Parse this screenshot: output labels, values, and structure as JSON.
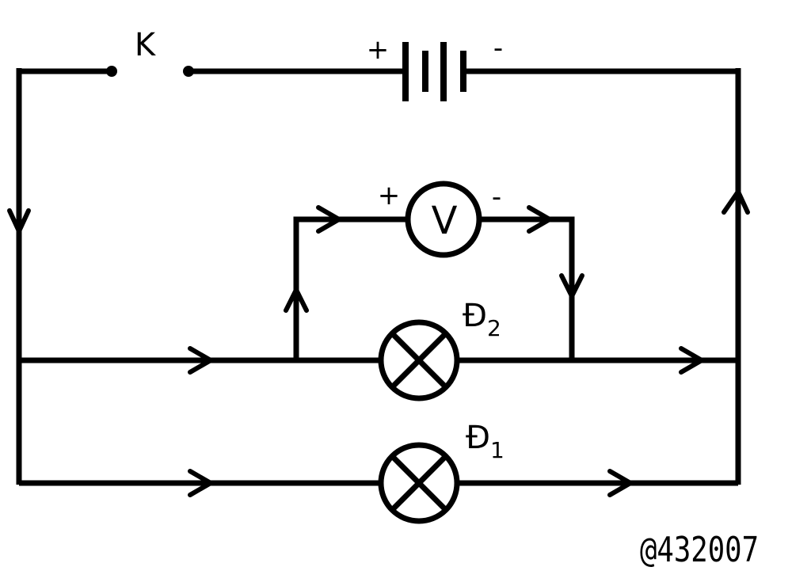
{
  "switch_label": "K",
  "battery": {
    "positive": "+",
    "negative": "-"
  },
  "voltmeter": {
    "symbol": "V",
    "positive": "+",
    "negative": "-"
  },
  "lamp_top": {
    "letter": "Đ",
    "index": "2"
  },
  "lamp_bottom": {
    "letter": "Đ",
    "index": "1"
  },
  "watermark": "@432007",
  "colors": {
    "ink": "#000000",
    "background": "#ffffff"
  }
}
